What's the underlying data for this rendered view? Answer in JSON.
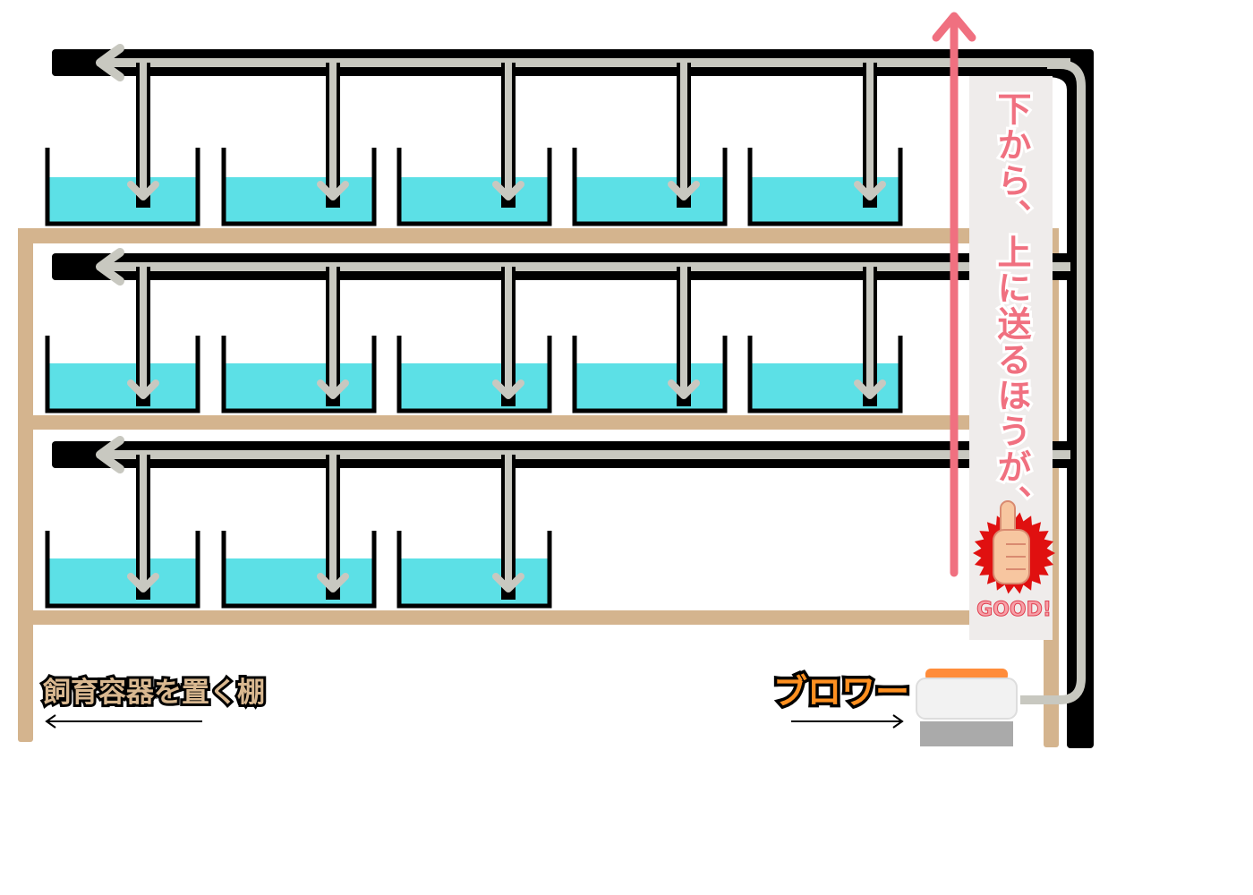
{
  "labels": {
    "shelf": "飼育容器を置く棚",
    "blower": "ブロワー",
    "advice": "下から、上に送るほうが、",
    "good": "GOOD!"
  },
  "colors": {
    "shelf": "#d4b48e",
    "water": "#5ce0e6",
    "pipe_outer": "#000000",
    "pipe_inner": "#c8c8c0",
    "arrow": "#f07080",
    "note_bg": "#efeceb",
    "blower_top": "#ff8c3a",
    "blower_body": "#f2f2f2",
    "blower_base": "#aaaaaa",
    "badge": "#e01010",
    "thumb": "#f7c6a0",
    "label_fill": "#d9b890",
    "blower_label_fill": "#ff9020"
  },
  "icons": [
    "thumbs-up-icon",
    "good-badge-icon",
    "up-arrow-icon"
  ]
}
